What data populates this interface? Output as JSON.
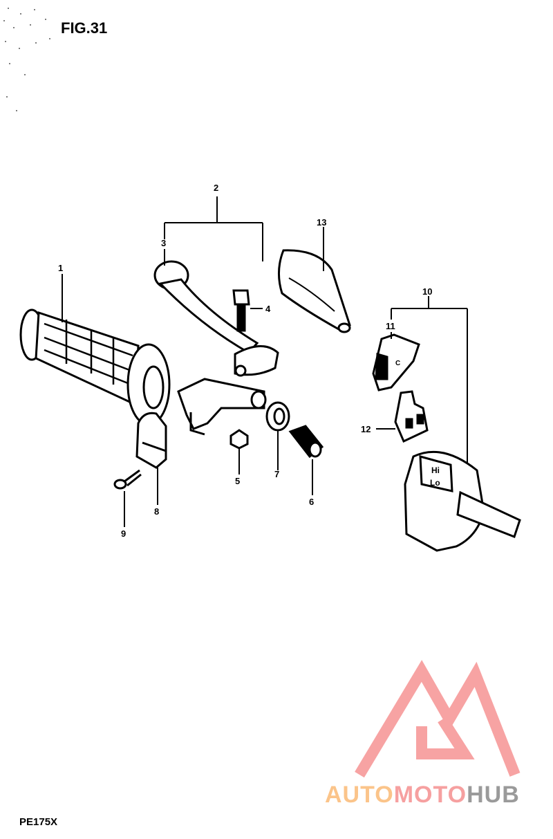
{
  "figure": {
    "title": "FIG.31",
    "model_code": "PE175X"
  },
  "callouts": [
    "1",
    "2",
    "3",
    "4",
    "5",
    "6",
    "7",
    "8",
    "9",
    "10",
    "11",
    "12",
    "13"
  ],
  "switch_markings": {
    "upper": "Hi",
    "lower": "Lo"
  },
  "switch_tab_mark": "C",
  "watermark": {
    "part_a": "AUTO",
    "part_b": "MOTO",
    "part_c": "HUB",
    "colors": {
      "triangle": "#f7a3a3",
      "auto": "#fbc48a",
      "moto": "#f6a0a0",
      "hub": "#9a9a9a"
    }
  }
}
